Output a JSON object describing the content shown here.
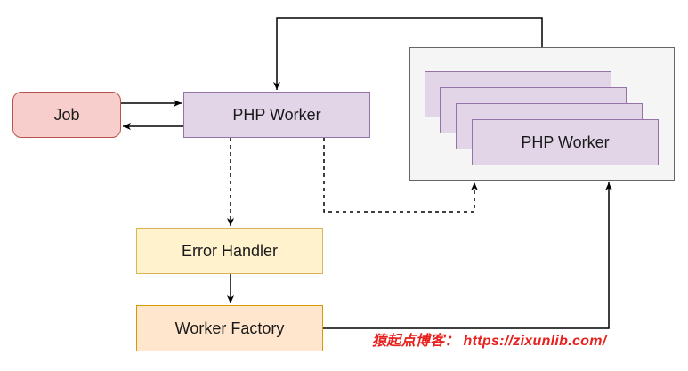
{
  "nodes": {
    "job": "Job",
    "php_worker_main": "PHP Worker",
    "error_handler": "Error Handler",
    "worker_factory": "Worker Factory",
    "worker_pool_label": "PHP Worker"
  },
  "watermark": "猿起点博客： https://zixunlib.com/",
  "colors": {
    "job_fill": "#f8cecc",
    "job_border": "#b85450",
    "worker_fill": "#e1d5e7",
    "worker_border": "#9673a6",
    "error_fill": "#fff2cc",
    "error_border": "#d6b656",
    "factory_fill": "#ffe6cc",
    "factory_border": "#d79b00",
    "pool_fill": "#f5f5f5",
    "pool_border": "#666666",
    "watermark": "#e8201d"
  }
}
